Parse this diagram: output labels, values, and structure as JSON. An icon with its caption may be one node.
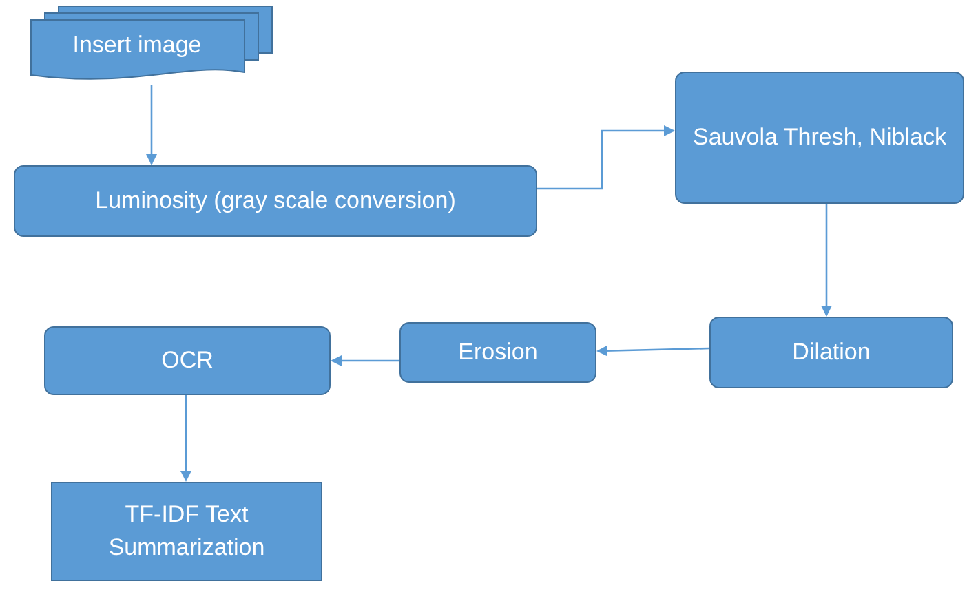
{
  "diagram": {
    "nodes": [
      {
        "text": [
          "Insert image"
        ]
      },
      {
        "text": [
          "Luminosity (gray scale conversion)"
        ]
      },
      {
        "text": [
          "Sauvola Thresh, Niblack"
        ]
      },
      {
        "text": [
          "Dilation"
        ]
      },
      {
        "text": [
          "Erosion"
        ]
      },
      {
        "text": [
          "OCR"
        ]
      },
      {
        "text": [
          "TF-IDF Text Summarization"
        ]
      }
    ],
    "edges": [
      {
        "from": 0,
        "to": 1,
        "arrow": "to"
      },
      {
        "from": 1,
        "to": 2,
        "arrow": "to"
      },
      {
        "from": 2,
        "to": 3,
        "arrow": "to"
      },
      {
        "from": 3,
        "to": 4,
        "arrow": "to"
      },
      {
        "from": 4,
        "to": 5,
        "arrow": "to"
      },
      {
        "from": 5,
        "to": 6,
        "arrow": "to"
      }
    ]
  }
}
